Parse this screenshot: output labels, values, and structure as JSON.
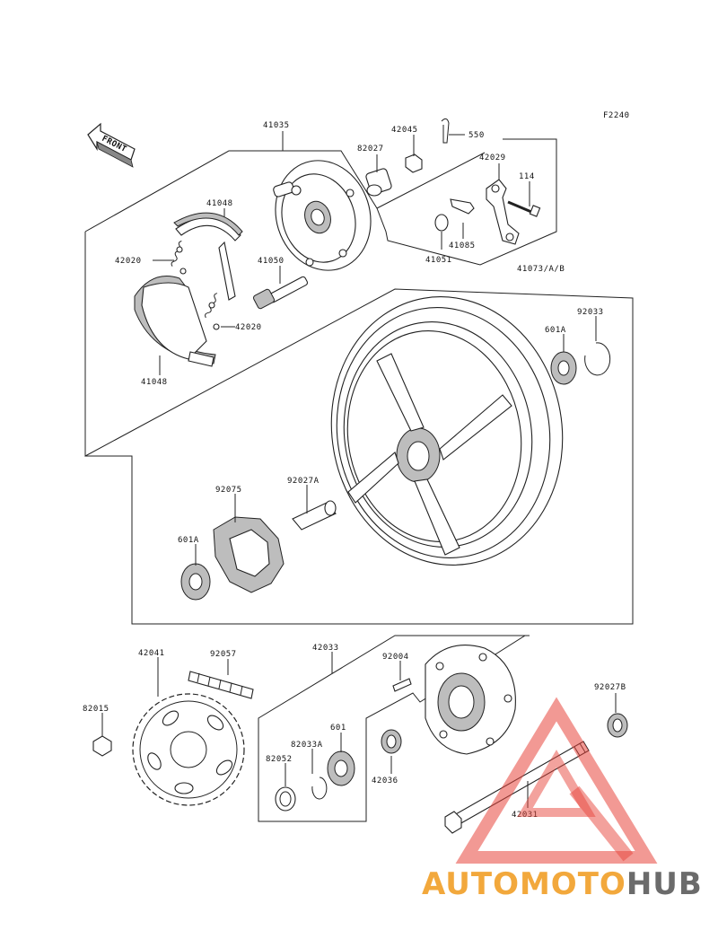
{
  "figure_code": "F2240",
  "front_arrow_label": "FRONT",
  "labels": {
    "l41035": "41035",
    "l42045": "42045",
    "l550": "550",
    "l82027": "82027",
    "l42029": "42029",
    "l114": "114",
    "l41048_top": "41048",
    "l42020_left": "42020",
    "l41050": "41050",
    "l41085": "41085",
    "l41051": "41051",
    "l42020_right": "42020",
    "l41048_bottom": "41048",
    "l41073": "41073/A/B",
    "l92033": "92033",
    "l601A_top": "601A",
    "l92075": "92075",
    "l92027A": "92027A",
    "l601A_bottom": "601A",
    "l42041": "42041",
    "l92057": "92057",
    "l42033": "42033",
    "l92004": "92004",
    "l82015": "82015",
    "l601": "601",
    "l82033A": "82033A",
    "l82052": "82052",
    "l42036": "42036",
    "l92027B": "92027B",
    "l42031": "42031"
  },
  "watermark": {
    "part1": "AUTOMOTO",
    "part2": "HUB",
    "color_primary": "#f2a83c",
    "color_secondary": "#6b6b6b",
    "triangle_color": "#e8453c"
  }
}
